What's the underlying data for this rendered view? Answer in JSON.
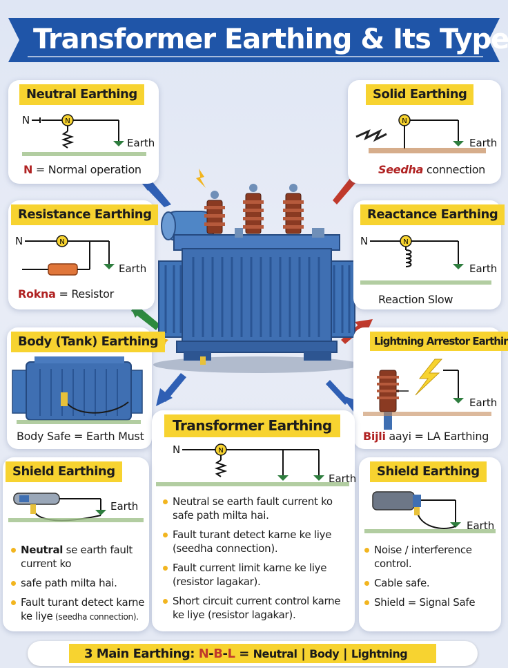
{
  "title": "Transformer Earthing & Its Types",
  "common": {
    "n": "N",
    "n_symbol": "N",
    "earth": "Earth"
  },
  "neutral": {
    "title": "Neutral Earthing",
    "cap_prefix": "N",
    "cap_rest": " = Normal operation"
  },
  "solid": {
    "title": "Solid Earthing",
    "cap_em": "Seedha",
    "cap_rest": " connection"
  },
  "resistance": {
    "title": "Resistance Earthing",
    "cap_em": "Rokna",
    "cap_rest": " = Resistor"
  },
  "reactance": {
    "title": "Reactance Earthing",
    "caption": "Reaction Slow"
  },
  "body": {
    "title": "Body (Tank) Earthing",
    "caption": "Body Safe = Earth Must"
  },
  "lightning": {
    "title": "Lightning Arrestor Earthing",
    "cap_em": "Bijli",
    "cap_rest": " aayi = LA Earthing"
  },
  "transformer": {
    "title": "Transformer Earthing",
    "bullets": [
      "Neutral se earth fault current ko safe path milta hai.",
      "Fault turant detect karne ke liye (seedha connection).",
      "Fault current limit karne ke liye (resistor lagakar).",
      "Short circuit current control karne ke liye (resistor lagakar)."
    ]
  },
  "shield_left": {
    "title": "Shield Earthing",
    "b1_bold": "Neutral",
    "b1_rest": " se earth fault current ko",
    "b2": "safe path milta hai.",
    "b3_main": "Fault turant detect karne ke liye",
    "b3_small": " (seedha connection)."
  },
  "shield_right": {
    "title": "Shield Earthing",
    "bullets": [
      "Noise / interference control.",
      "Cable safe.",
      "Shield = Signal Safe"
    ]
  },
  "footer": {
    "label": "3 Main Earthing: ",
    "code_n": "N",
    "dash1": "-",
    "code_b": "B",
    "dash2": "-",
    "code_l": "L",
    "equals": " = ",
    "w1": "Neutral",
    "sep1": " | ",
    "w2": "Body",
    "sep2": " | ",
    "w3": "Lightning"
  },
  "colors": {
    "banner": "#1f55a8",
    "accent": "#f7d330",
    "transformer": "#3f6fb2",
    "red": "#b02222"
  }
}
